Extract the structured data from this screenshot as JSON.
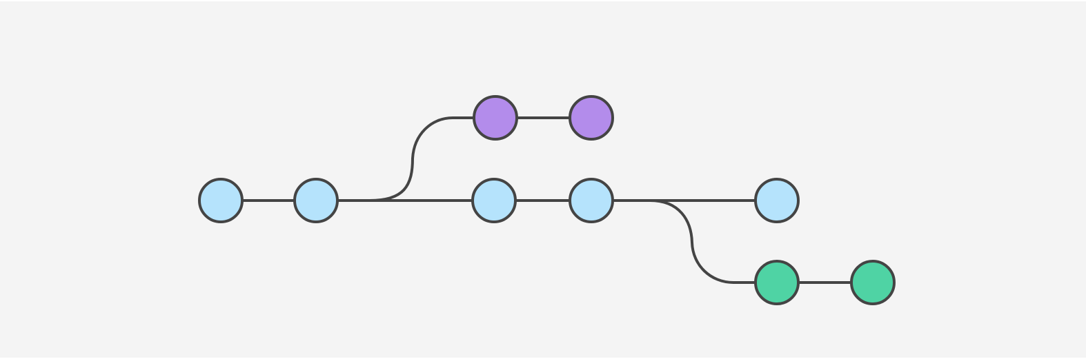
{
  "diagram": {
    "type": "git-branch-graph",
    "background_color": "#f4f4f4",
    "line_color": "#444444",
    "branches": [
      {
        "id": "main",
        "color": "#b5e3fc",
        "commit_count": 5
      },
      {
        "id": "feature-top",
        "color": "#b38ceb",
        "commit_count": 2
      },
      {
        "id": "feature-bottom",
        "color": "#4fd3a4",
        "commit_count": 2
      }
    ]
  }
}
